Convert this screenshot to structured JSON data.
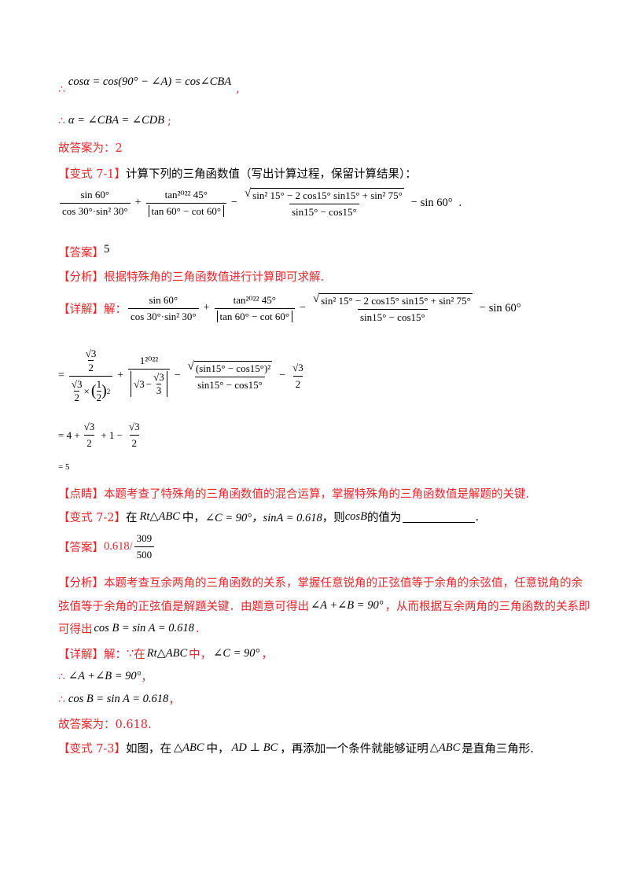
{
  "colors": {
    "accent": "#e8262b",
    "text": "#000000"
  },
  "symbols": {
    "therefore": "∴",
    "because": "∵"
  },
  "l1": {
    "text": "cosα = cos(90° − ∠A) = cos∠CBA",
    "end": ","
  },
  "l2": {
    "text": "α = ∠CBA = ∠CDB",
    "end": ";"
  },
  "l3": {
    "text": "故答案为：2"
  },
  "q71": {
    "tag": "【变式 7-1】",
    "text": "计算下列的三角函数值（写出计算过程，保留计算结果）：",
    "f1_num": "sin 60°",
    "f1_den": "cos 30°·sin² 30°",
    "f2_num": "tan²⁰²² 45°",
    "f2_den": "tan 60° − cot 60°",
    "f3_num": "sin² 15° − 2 cos15° sin15° + sin² 75°",
    "f3_den": "sin15° − cos15°",
    "tail": "sin 60°",
    "end": ".",
    "answer_tag": "【答案】",
    "answer_val": "5",
    "analysis_tag": "【分析】",
    "analysis_text": "根据特殊角的三角函数值进行计算即可求解.",
    "detail_tag": "【详解】",
    "detail_text": "解：",
    "s1_a_num": "√3",
    "s1_a_num2": "2",
    "s1_a_den1": "√3",
    "s1_a_den2": "2",
    "s1_a_den3": "1",
    "s1_a_den4": "2",
    "s1_b_num": "1²⁰²²",
    "s1_b_den1": "√3",
    "s1_b_den2": "√3",
    "s1_b_den3": "3",
    "s1_c_num": "(sin15° − cos15°)²",
    "s1_c_den": "sin15° − cos15°",
    "s1_d_num": "√3",
    "s1_d_den": "2",
    "s2": "= 4 +",
    "s2_a": "√3",
    "s2_b": "2",
    "s2_c": "+ 1 −",
    "s2_d": "√3",
    "s2_e": "2",
    "s3": "= 5",
    "comment_tag": "【点睛】",
    "comment_text": "本题考查了特殊角的三角函数值的混合运算，掌握特殊角的三角函数值是解题的关键."
  },
  "q72": {
    "tag": "【变式 7-2】",
    "t1": "在",
    "t2": "Rt△ABC",
    "t3": "中，",
    "t4": "∠C = 90°，sinA = 0.618",
    "t5": "，则",
    "t6": "cosB",
    "t7": "的值为",
    "end": ".",
    "answer_tag": "【答案】",
    "answer_val": "0.618/",
    "answer_num": "309",
    "answer_den": "500",
    "analysis_tag": "【分析】",
    "analysis_l1": "本题考查互余两角的三角函数的关系，掌握任意锐角的正弦值等于余角的余弦值，任意锐角的余",
    "analysis_l2a": "弦值等于余角的正弦值是解题关键．由题意可得出",
    "analysis_l2b": "∠A +∠B = 90°",
    "analysis_l2c": "，从而根据互余两角的三角函数的关系即",
    "analysis_l3a": "可得出",
    "analysis_l3b": "cos B = sin A = 0.618",
    "analysis_l3c": ".",
    "detail_tag": "【详解】",
    "detail_a": "解：",
    "detail_b": "在",
    "detail_c": "Rt△ABC",
    "detail_d": "中，",
    "detail_e": "∠C = 90°",
    "detail_f": "，",
    "d2": "∠A +∠B = 90°",
    "d2_end": "，",
    "d3": "cos B = sin A = 0.618",
    "d3_end": "，",
    "d4": "故答案为：0.618."
  },
  "q73": {
    "tag": "【变式 7-3】",
    "t1": "如图，在",
    "t2": "△ABC",
    "t3": "中，",
    "t4": "AD ⊥ BC",
    "t5": "，再添加一个条件就能够证明",
    "t6": "△ABC",
    "t7": "是直角三角形."
  }
}
